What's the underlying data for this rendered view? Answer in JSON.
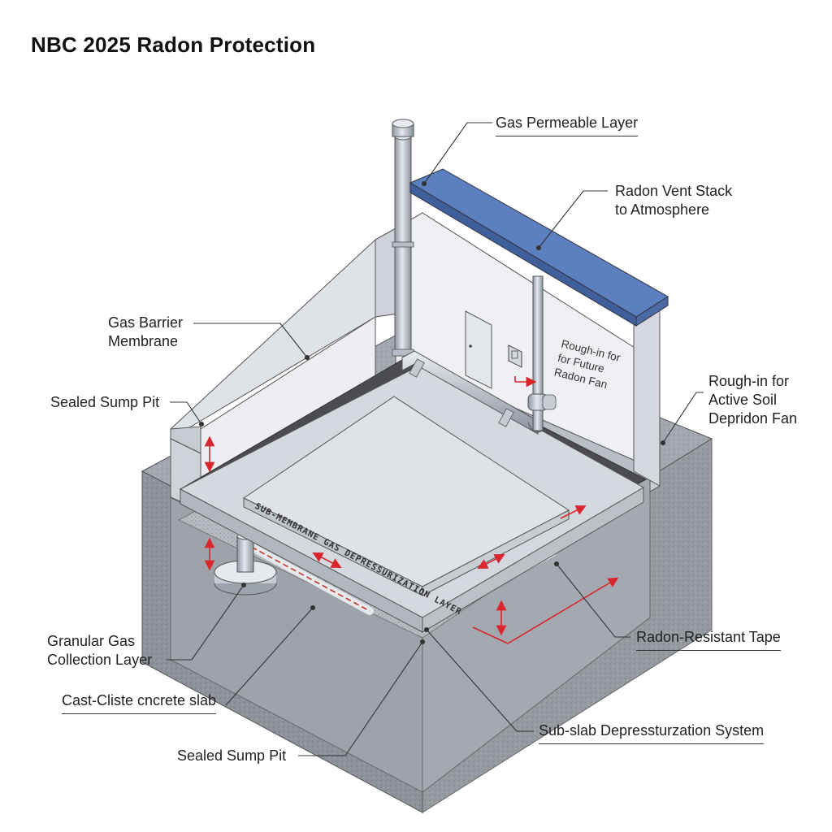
{
  "title": "NBC 2025 Radon Protection",
  "labels": {
    "gas_permeable_layer": "Gas Permeable Layer",
    "vent_stack_line1": "Radon Vent Stack",
    "vent_stack_line2": "to Atmosphere",
    "gas_barrier_line1": "Gas Barrier",
    "gas_barrier_line2": "Membrane",
    "sealed_sump_top": "Sealed Sump Pit",
    "roughin_right_line1": "Rough-in for",
    "roughin_right_line2": "Active Soil",
    "roughin_right_line3": "Depridon Fan",
    "granular_line1": "Granular Gas",
    "granular_line2": "Collection Layer",
    "radon_tape": "Radon-Resistant Tape",
    "cast_slab": "Cast-Cliste cncrete slab",
    "subslab_system": "Sub-slab Depressturzation System",
    "sealed_sump_bottom": "Sealed Sump Pit"
  },
  "wall_text": {
    "line1": "Rough-in for",
    "line2": "for Future",
    "line3": "Radon Fan"
  },
  "slab_text": "SUB-MEMBRANE GAS DEPRESSURIZATION LAYER",
  "colors": {
    "accent_blue": "#5b7fbf",
    "arrow_red": "#d8262c",
    "membrane": "#4a4c50",
    "concrete": "#c9ced6"
  }
}
